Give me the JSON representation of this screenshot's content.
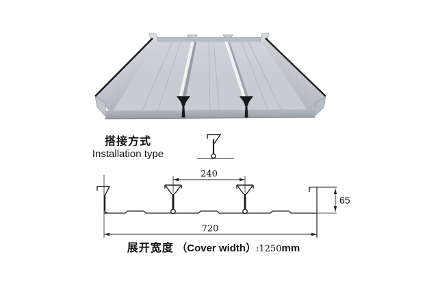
{
  "installation": {
    "title_zh": "搭接方式",
    "title_en": "Installation type"
  },
  "section_drawing": {
    "rib_spacing_dim": "240",
    "overall_width_dim": "720",
    "height_dim": "65"
  },
  "cover_width": {
    "zh": "展开宽度",
    "en": "（Cover width）",
    "value": ":1250",
    "unit": "mm"
  },
  "colors": {
    "line": "#1c1c1c",
    "background": "#ffffff",
    "metal_light": "#eceef0",
    "metal_mid": "#c6cacf",
    "metal_dark": "#9aa1a8",
    "rib_silhouette": "#17191b"
  }
}
